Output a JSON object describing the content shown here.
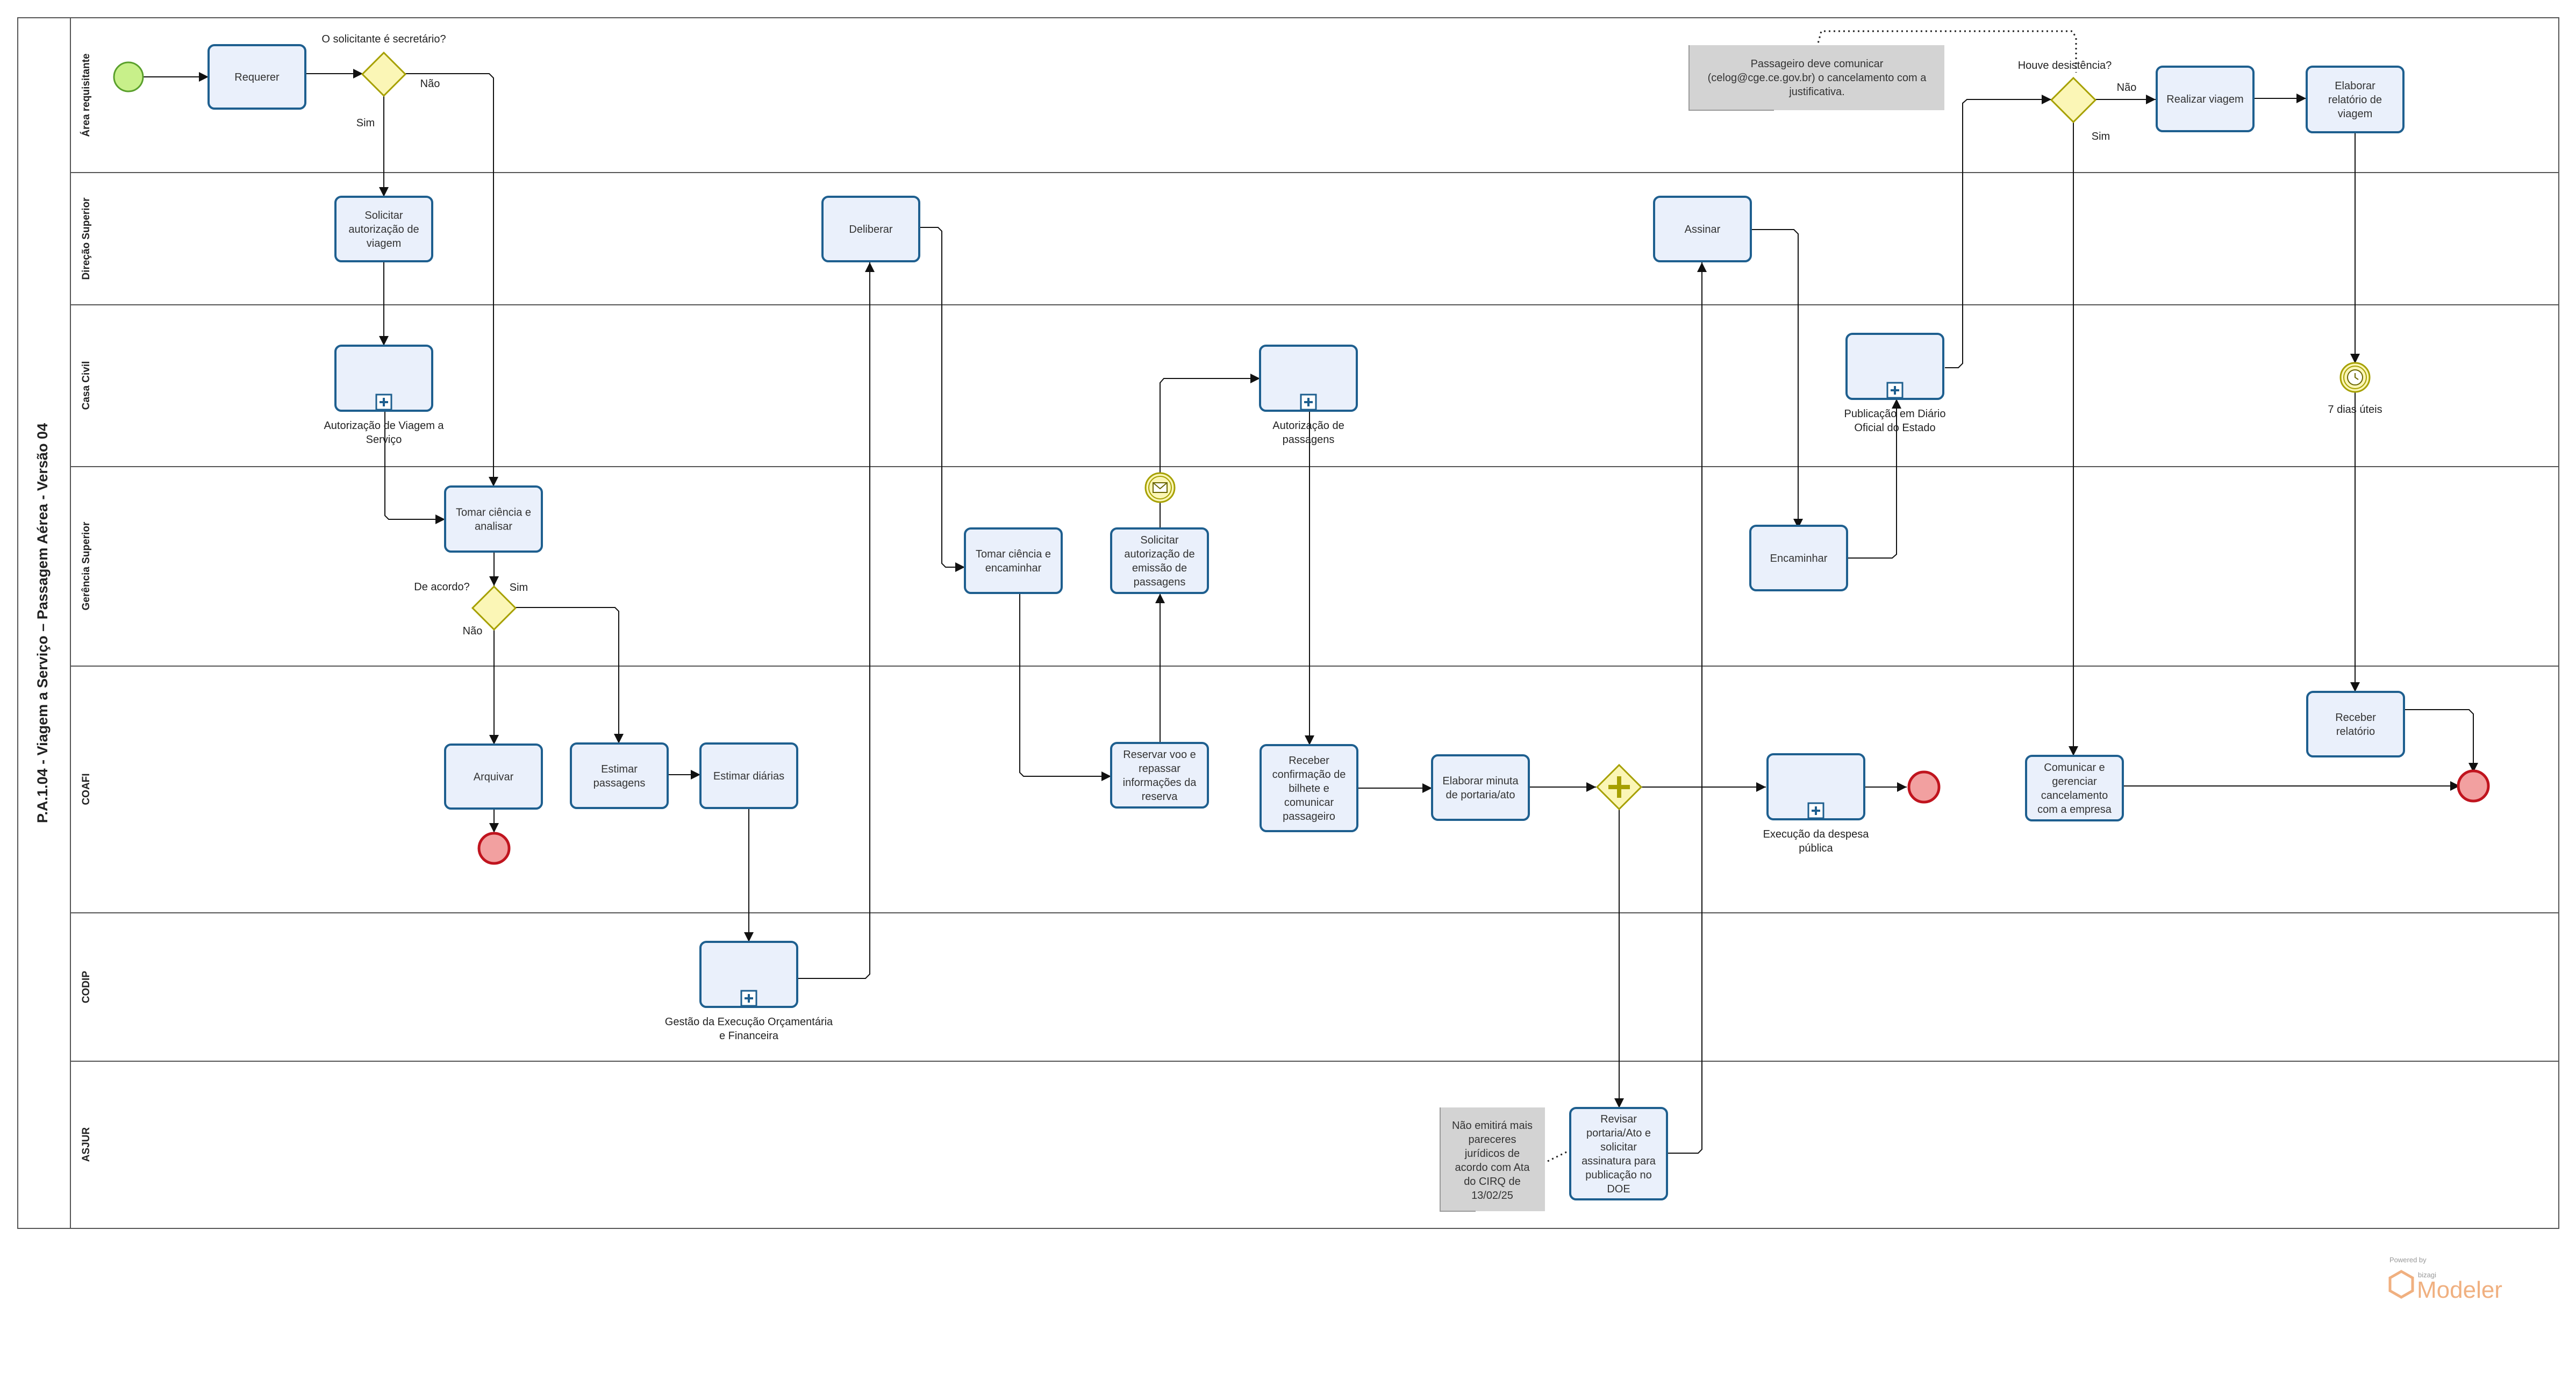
{
  "pool": {
    "title": "P.A.1.04 - Viagem a Serviço – Passagem Aérea - Versão 04"
  },
  "lanes": [
    "Área requisitante",
    "Direção Superior",
    "Casa Civil",
    "Gerência Superior",
    "COAFI",
    "CODIP",
    "ASJUR"
  ],
  "tasks": {
    "requerer": [
      "Requerer"
    ],
    "solicitar_autorizacao": [
      "Solicitar",
      "autorização de",
      "viagem"
    ],
    "deliberar": [
      "Deliberar"
    ],
    "assinar": [
      "Assinar"
    ],
    "realizar_viagem": [
      "Realizar viagem"
    ],
    "elaborar_relatorio": [
      "Elaborar",
      "relatório de",
      "viagem"
    ],
    "tomar_ciencia_analisar": [
      "Tomar ciência e",
      "analisar"
    ],
    "tomar_ciencia_encaminhar": [
      "Tomar ciência e",
      "encaminhar"
    ],
    "solicitar_emissao": [
      "Solicitar",
      "autorização de",
      "emissão de",
      "passagens"
    ],
    "encaminhar": [
      "Encaminhar"
    ],
    "arquivar": [
      "Arquivar"
    ],
    "estimar_passagens": [
      "Estimar",
      "passagens"
    ],
    "estimar_diarias": [
      "Estimar diárias"
    ],
    "reservar_voo": [
      "Reservar voo e",
      "repassar",
      "informações da",
      "reserva"
    ],
    "receber_confirmacao": [
      "Receber",
      "confirmação de",
      "bilhete e",
      "comunicar",
      "passageiro"
    ],
    "elaborar_minuta": [
      "Elaborar minuta",
      "de portaria/ato"
    ],
    "comunicar_gerenciar": [
      "Comunicar e",
      "gerenciar",
      "cancelamento",
      "com a empresa"
    ],
    "receber_relatorio": [
      "Receber",
      "relatório"
    ],
    "revisar_portaria": [
      "Revisar",
      "portaria/Ato e",
      "solicitar",
      "assinatura para",
      "publicação no",
      "DOE"
    ]
  },
  "subprocesses": {
    "autorizacao_viagem": [
      "Autorização de Viagem a",
      "Serviço"
    ],
    "autorizacao_passagens": [
      "Autorização de",
      "passagens"
    ],
    "publicacao_diario": [
      "Publicação em Diário",
      "Oficial do Estado"
    ],
    "execucao_despesa": [
      "Execução da despesa",
      "pública"
    ],
    "gestao_execucao": [
      "Gestão da Execução Orçamentária",
      "e Financeira"
    ]
  },
  "gateways": {
    "solicitante_secretario": "O solicitante é secretário?",
    "de_acordo": "De acordo?",
    "houve_desistencia": "Houve desistência?"
  },
  "flow_labels": {
    "yes": "Sim",
    "no": "Não"
  },
  "timer_label": "7 dias úteis",
  "notes": {
    "passageiro": [
      "Passageiro deve comunicar",
      "(celog@cge.ce.gov.br) o cancelamento com a",
      "justificativa."
    ],
    "asjur": [
      "Não emitirá mais",
      "pareceres",
      "jurídicos de",
      "acordo com Ata",
      "do CIRQ de",
      "13/02/25"
    ]
  },
  "branding": {
    "powered_by": "Powered by",
    "bizagi": "bizagi",
    "product": "Modeler"
  },
  "colors": {
    "task_fill": "#eaf0fb",
    "task_stroke": "#1e5f8f",
    "gateway_fill": "#fbf6b6",
    "gateway_stroke": "#a6a000",
    "start_fill": "#c8f08a",
    "start_stroke": "#5aa02c",
    "end_fill": "#f2a0a0",
    "end_stroke": "#c0141e",
    "note_fill": "#d3d3d3",
    "brand": "#f0b080"
  }
}
